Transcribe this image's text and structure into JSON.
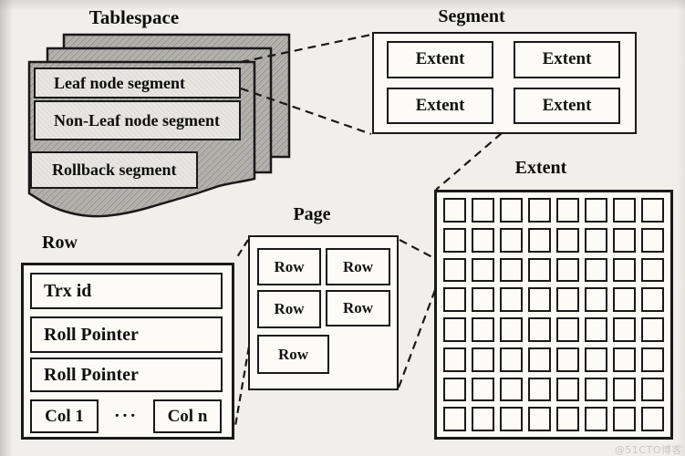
{
  "tablespace": {
    "title": "Tablespace",
    "segments": [
      "Leaf node segment",
      "Non-Leaf node segment",
      "Rollback segment"
    ]
  },
  "segment": {
    "title": "Segment",
    "extents": [
      "Extent",
      "Extent",
      "Extent",
      "Extent"
    ]
  },
  "extent": {
    "title": "Extent",
    "grid": {
      "rows": 8,
      "cols": 8
    }
  },
  "page": {
    "title": "Page",
    "rows": [
      "Row",
      "Row",
      "Row",
      "Row",
      "Row"
    ]
  },
  "row": {
    "title": "Row",
    "fields": [
      "Trx id",
      "Roll Pointer",
      "Roll Pointer"
    ],
    "columns": {
      "first": "Col 1",
      "ellipsis": "···",
      "last": "Col n"
    }
  },
  "watermark": "@51CTO博客",
  "colors": {
    "background": "#f0efeb",
    "sheet_fill": "#b8b7b3",
    "sheet_hatch": "#97968f",
    "bar_fill": "#e7e6e1",
    "box_fill": "#fcfbf8",
    "line": "#191919",
    "watermark_gray": "#c9c8c4"
  }
}
